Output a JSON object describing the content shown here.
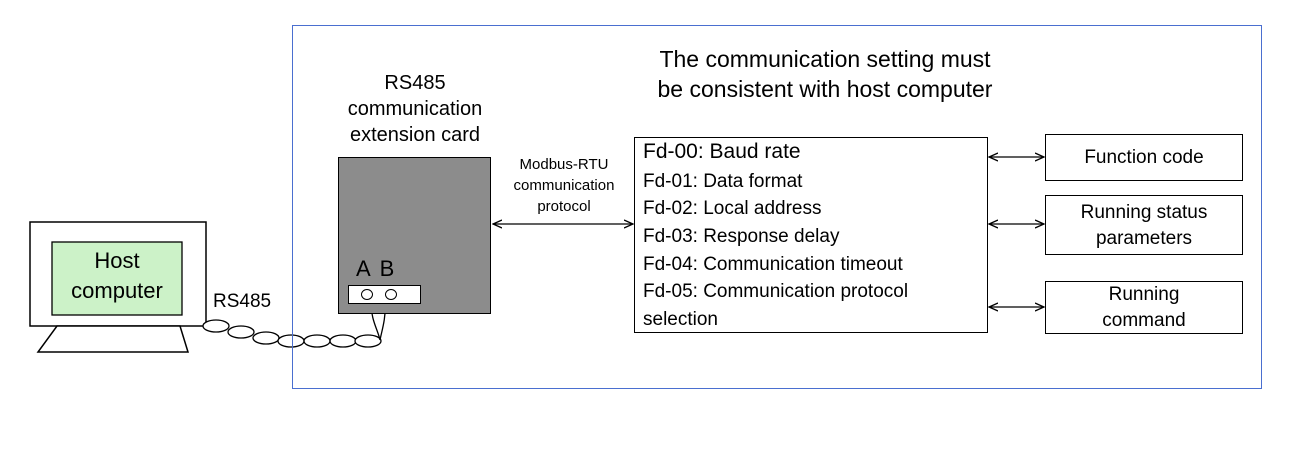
{
  "title_lines": [
    "The communication setting must",
    "be consistent with host computer"
  ],
  "extension_card": {
    "label_lines": [
      "RS485",
      "communication",
      "extension card"
    ],
    "terminals": "A B"
  },
  "protocol_label_lines": [
    "Modbus-RTU",
    "communication",
    "protocol"
  ],
  "parameters": [
    "Fd-00: Baud rate",
    "Fd-01: Data format",
    "Fd-02: Local address",
    "Fd-03: Response delay",
    "Fd-04: Communication timeout",
    "Fd-05: Communication protocol",
    "selection"
  ],
  "right_boxes": [
    {
      "lines": [
        "Function code"
      ]
    },
    {
      "lines": [
        "Running status",
        "parameters"
      ]
    },
    {
      "lines": [
        "Running",
        "command"
      ]
    }
  ],
  "cable_label": "RS485",
  "host_lines": [
    "Host",
    "computer"
  ],
  "colors": {
    "frame": "#4a6fd0",
    "card": "#8c8c8c",
    "screen": "#ccf2c8"
  }
}
